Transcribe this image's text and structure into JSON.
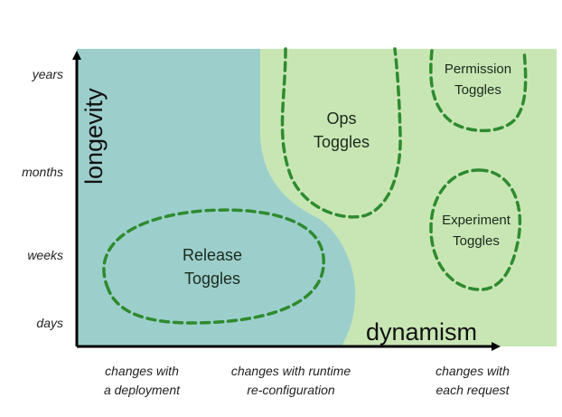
{
  "y_axis": {
    "title": "longevity",
    "ticks": [
      "years",
      "months",
      "weeks",
      "days"
    ]
  },
  "x_axis": {
    "title": "dynamism",
    "ticks": [
      [
        "changes with",
        "a deployment"
      ],
      [
        "changes with runtime",
        "re-configuration"
      ],
      [
        "changes with",
        "each request"
      ]
    ]
  },
  "regions": {
    "release": [
      "Release",
      "Toggles"
    ],
    "ops": [
      "Ops",
      "Toggles"
    ],
    "permission": [
      "Permission",
      "Toggles"
    ],
    "experiment": [
      "Experiment",
      "Toggles"
    ]
  },
  "colors": {
    "teal_area": "#9ccfcc",
    "green_area": "#c8e6b4",
    "dashed_outline": "#2e8b2e",
    "axis": "#000000"
  }
}
